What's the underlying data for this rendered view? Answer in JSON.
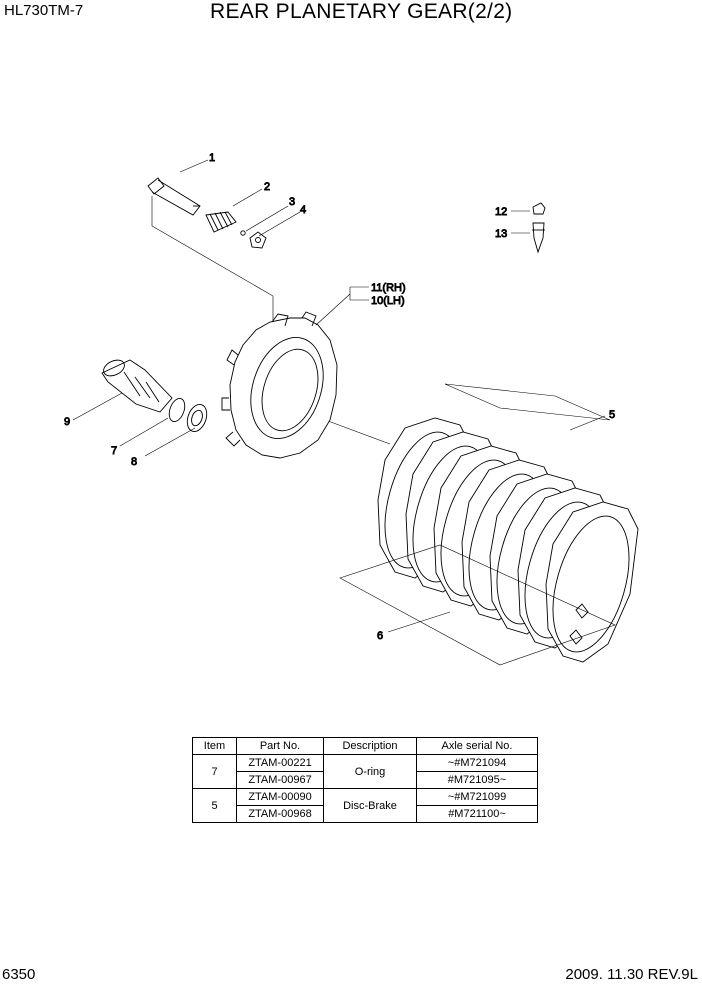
{
  "header": {
    "model": "HL730TM-7",
    "title": "REAR PLANETARY GEAR(2/2)"
  },
  "callouts": {
    "c1": "1",
    "c2": "2",
    "c3": "3",
    "c4": "4",
    "c5": "5",
    "c6": "6",
    "c7": "7",
    "c8": "8",
    "c9": "9",
    "c10": "10(LH)",
    "c11": "11(RH)",
    "c12": "12",
    "c13": "13"
  },
  "table": {
    "headers": [
      "Item",
      "Part No.",
      "Description",
      "Axle serial No."
    ],
    "groups": [
      {
        "item": "7",
        "description": "O-ring",
        "rows": [
          {
            "part": "ZTAM-00221",
            "serial": "~#M721094"
          },
          {
            "part": "ZTAM-00967",
            "serial": "#M721095~"
          }
        ]
      },
      {
        "item": "5",
        "description": "Disc-Brake",
        "rows": [
          {
            "part": "ZTAM-00090",
            "serial": "~#M721099"
          },
          {
            "part": "ZTAM-00968",
            "serial": "#M721100~"
          }
        ]
      }
    ]
  },
  "footer": {
    "page": "6350",
    "date_rev": "2009. 11.30  REV.9L"
  }
}
